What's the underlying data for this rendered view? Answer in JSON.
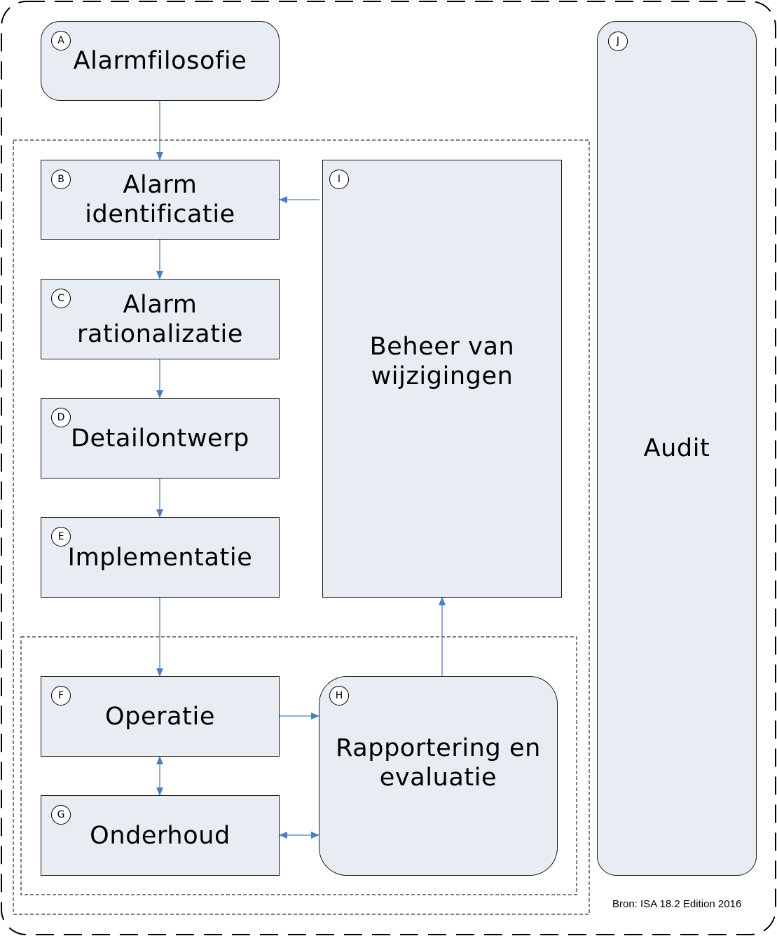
{
  "nodes": {
    "A": {
      "badge": "A",
      "label": "Alarmfilosofie"
    },
    "B": {
      "badge": "B",
      "label": "Alarm\nidentificatie"
    },
    "C": {
      "badge": "C",
      "label": "Alarm\nrationalizatie"
    },
    "D": {
      "badge": "D",
      "label": "Detailontwerp"
    },
    "E": {
      "badge": "E",
      "label": "Implementatie"
    },
    "F": {
      "badge": "F",
      "label": "Operatie"
    },
    "G": {
      "badge": "G",
      "label": "Onderhoud"
    },
    "H": {
      "badge": "H",
      "label": "Rapportering en\nevaluatie"
    },
    "I": {
      "badge": "I",
      "label": "Beheer van\nwijzigingen"
    },
    "J": {
      "badge": "J",
      "label": "Audit"
    }
  },
  "source_note": "Bron: ISA 18.2 Edition 2016",
  "colors": {
    "box_fill": "#e8edf4",
    "border": "#1a1a1a",
    "arrow": "#4a7fc1"
  }
}
